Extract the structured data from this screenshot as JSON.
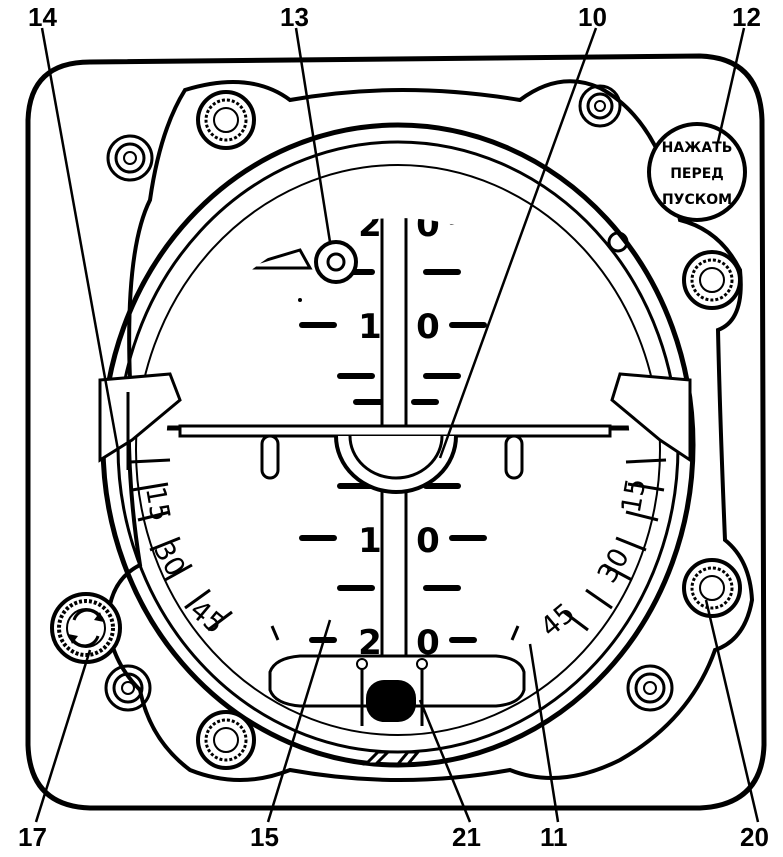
{
  "callouts": [
    "14",
    "13",
    "10",
    "12",
    "17",
    "15",
    "21",
    "11",
    "20"
  ],
  "pitch_scale": {
    "upper": [
      "2",
      "0",
      "1",
      "0"
    ],
    "lower": [
      "1",
      "0",
      "2",
      "0"
    ]
  },
  "bank_scale": {
    "left": [
      "15",
      "30",
      "45"
    ],
    "right": [
      "15",
      "30",
      "45"
    ]
  },
  "stamp": {
    "line1": "НАЖАТЬ",
    "line2": "ПЕРЕД",
    "line3": "ПУСКОМ"
  },
  "colors": {
    "ink": "#000000",
    "paper": "#ffffff"
  }
}
